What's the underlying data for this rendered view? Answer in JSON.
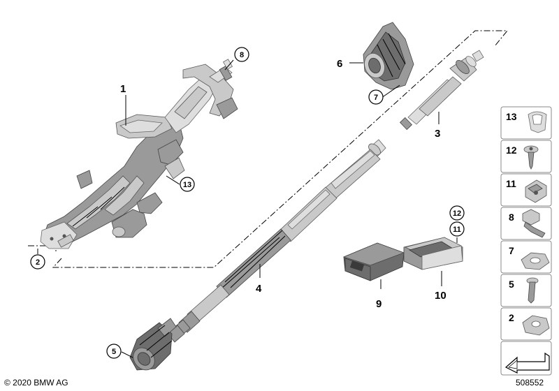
{
  "callouts": {
    "c1": "1",
    "c2": "2",
    "c3": "3",
    "c4": "4",
    "c5": "5",
    "c6": "6",
    "c7": "7",
    "c8": "8",
    "c9": "9",
    "c10": "10",
    "c11": "11",
    "c12": "12",
    "c13": "13"
  },
  "side_parts": [
    {
      "number": "13",
      "icon": "clip-icon"
    },
    {
      "number": "12",
      "icon": "screw-icon"
    },
    {
      "number": "11",
      "icon": "clip-nut-icon"
    },
    {
      "number": "8",
      "icon": "bolt-icon"
    },
    {
      "number": "7",
      "icon": "hex-nut-icon"
    },
    {
      "number": "5",
      "icon": "bolt-icon"
    },
    {
      "number": "2",
      "icon": "hex-nut-icon"
    }
  ],
  "footer": {
    "copyright": "© 2020 BMW AG",
    "doc_number": "508552"
  }
}
